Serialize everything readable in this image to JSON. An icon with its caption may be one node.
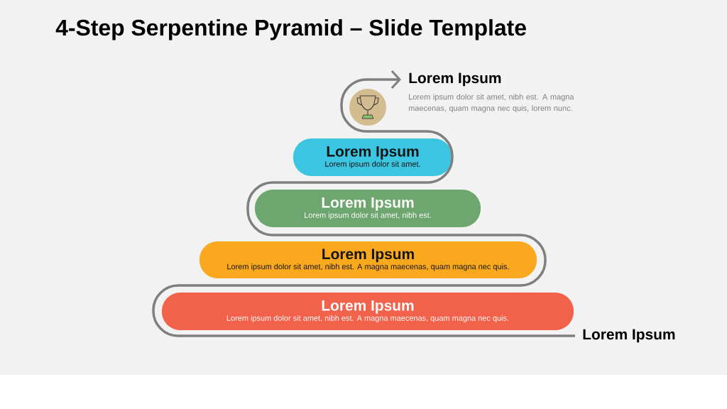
{
  "diagram": {
    "title": "4-Step Serpentine Pyramid – Slide Template",
    "nodes": [
      {
        "text": [
          "Lorem Ipsum",
          "Lorem ipsum dolor sit amet, nibh est. A magna maecenas, quam magna nec quis, lorem nunc."
        ]
      },
      {
        "text": [
          "Lorem Ipsum",
          "Lorem ipsum dolor sit amet."
        ]
      },
      {
        "text": [
          "Lorem Ipsum",
          "Lorem ipsum dolor sit amet, nibh est."
        ]
      },
      {
        "text": [
          "Lorem Ipsum",
          "Lorem ipsum dolor sit amet, nibh est. A magna maecenas, quam magna nec quis."
        ]
      },
      {
        "text": [
          "Lorem Ipsum",
          "Lorem ipsum dolor sit amet, nibh est. A magna maecenas, quam magna nec quis."
        ]
      },
      {
        "text": [
          "Lorem Ipsum"
        ]
      }
    ],
    "edges": [
      {
        "from": 5,
        "to": 0,
        "arrow": "to"
      }
    ]
  }
}
